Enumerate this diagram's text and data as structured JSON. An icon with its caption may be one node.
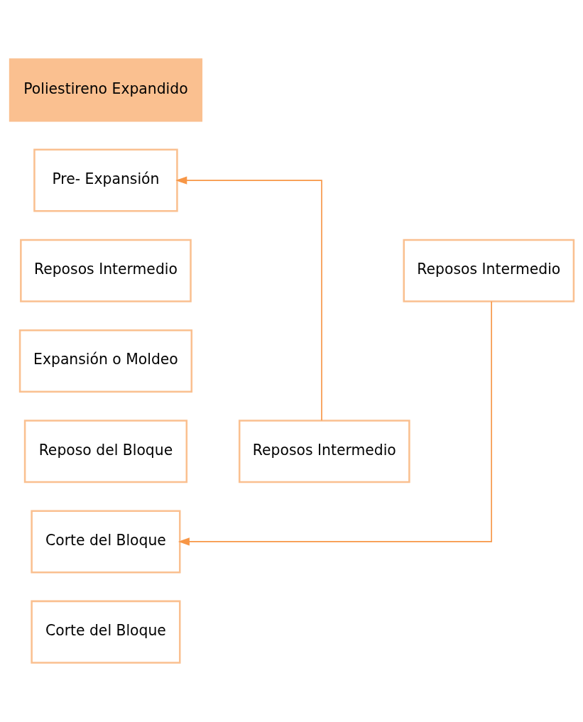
{
  "diagram": {
    "nodes": [
      {
        "text": [
          "Poliestireno Expandido"
        ]
      },
      {
        "text": [
          "Pre- Expansión"
        ]
      },
      {
        "text": [
          "Reposos Intermedio"
        ]
      },
      {
        "text": [
          "Reposos Intermedio"
        ]
      },
      {
        "text": [
          "Expansión o Moldeo"
        ]
      },
      {
        "text": [
          "Reposo del Bloque"
        ]
      },
      {
        "text": [
          "Reposos Intermedio"
        ]
      },
      {
        "text": [
          "Corte del Bloque"
        ]
      },
      {
        "text": [
          "Corte del Bloque"
        ]
      }
    ],
    "edges": [
      {
        "from": 6,
        "to": 1,
        "arrow": "to"
      },
      {
        "from": 2,
        "to": 7,
        "arrow": "to"
      }
    ]
  }
}
